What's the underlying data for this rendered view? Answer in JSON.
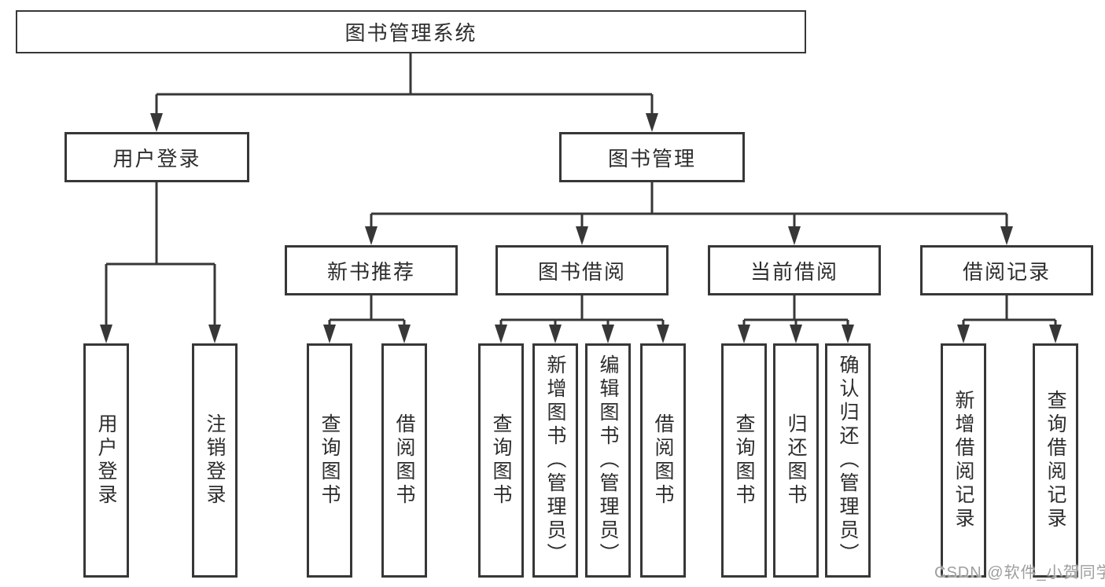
{
  "tree": {
    "root": "图书管理系统",
    "user_login": {
      "label": "用户登录",
      "children": [
        "用户登录",
        "注销登录"
      ]
    },
    "book_mgmt": {
      "label": "图书管理",
      "groups": [
        {
          "label": "新书推荐",
          "children": [
            "查询图书",
            "借阅图书"
          ]
        },
        {
          "label": "图书借阅",
          "children": [
            "查询图书",
            "新增图书（管理员）",
            "编辑图书（管理员）",
            "借阅图书"
          ]
        },
        {
          "label": "当前借阅",
          "children": [
            "查询图书",
            "归还图书",
            "确认归还（管理员）"
          ]
        },
        {
          "label": "借阅记录",
          "children": [
            "新增借阅记录",
            "查询借阅记录"
          ]
        }
      ]
    }
  },
  "watermark": "CSDN @软件_小贺同学",
  "colors": {
    "line": "#373737",
    "text": "#2d2d2d",
    "background": "#ffffff",
    "watermark": "#9e9e9e"
  }
}
